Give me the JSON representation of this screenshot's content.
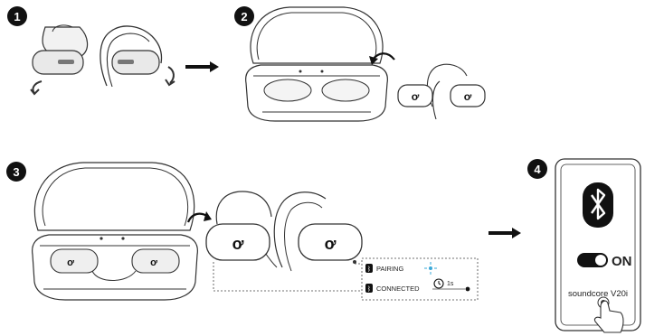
{
  "steps": [
    {
      "number": "1"
    },
    {
      "number": "2"
    },
    {
      "number": "3"
    },
    {
      "number": "4"
    }
  ],
  "indicator": {
    "pairing_label": "PAIRING",
    "connected_label": "CONNECTED",
    "timer_label": "1s"
  },
  "phone": {
    "toggle_label": "ON",
    "device_name": "soundcore V20i"
  },
  "colors": {
    "line": "#333333",
    "badge": "#111111",
    "pairing_led": "#3aa8d8",
    "bluetooth_fill": "#111111"
  }
}
